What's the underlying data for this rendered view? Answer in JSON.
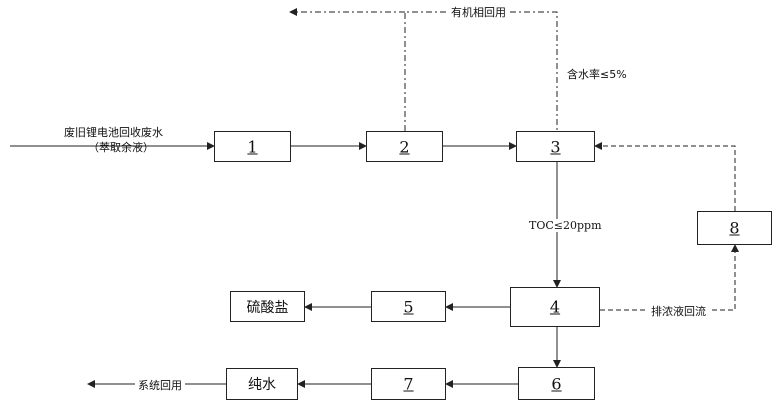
{
  "boxes": {
    "b1": "1",
    "b2": "2",
    "b3": "3",
    "b4": "4",
    "b5": "5",
    "b6": "6",
    "b7": "7",
    "b8": "8",
    "sulfate": "硫酸盐",
    "pure_water": "纯水"
  },
  "labels": {
    "input_line1": "废旧锂电池回收废水",
    "input_line2": "（萃取余液）",
    "organic_reuse": "有机相回用",
    "water_content": "含水率≤5%",
    "toc": "TOC≤20ppm",
    "concentrate_return": "排浓液回流",
    "system_reuse": "系统回用"
  }
}
